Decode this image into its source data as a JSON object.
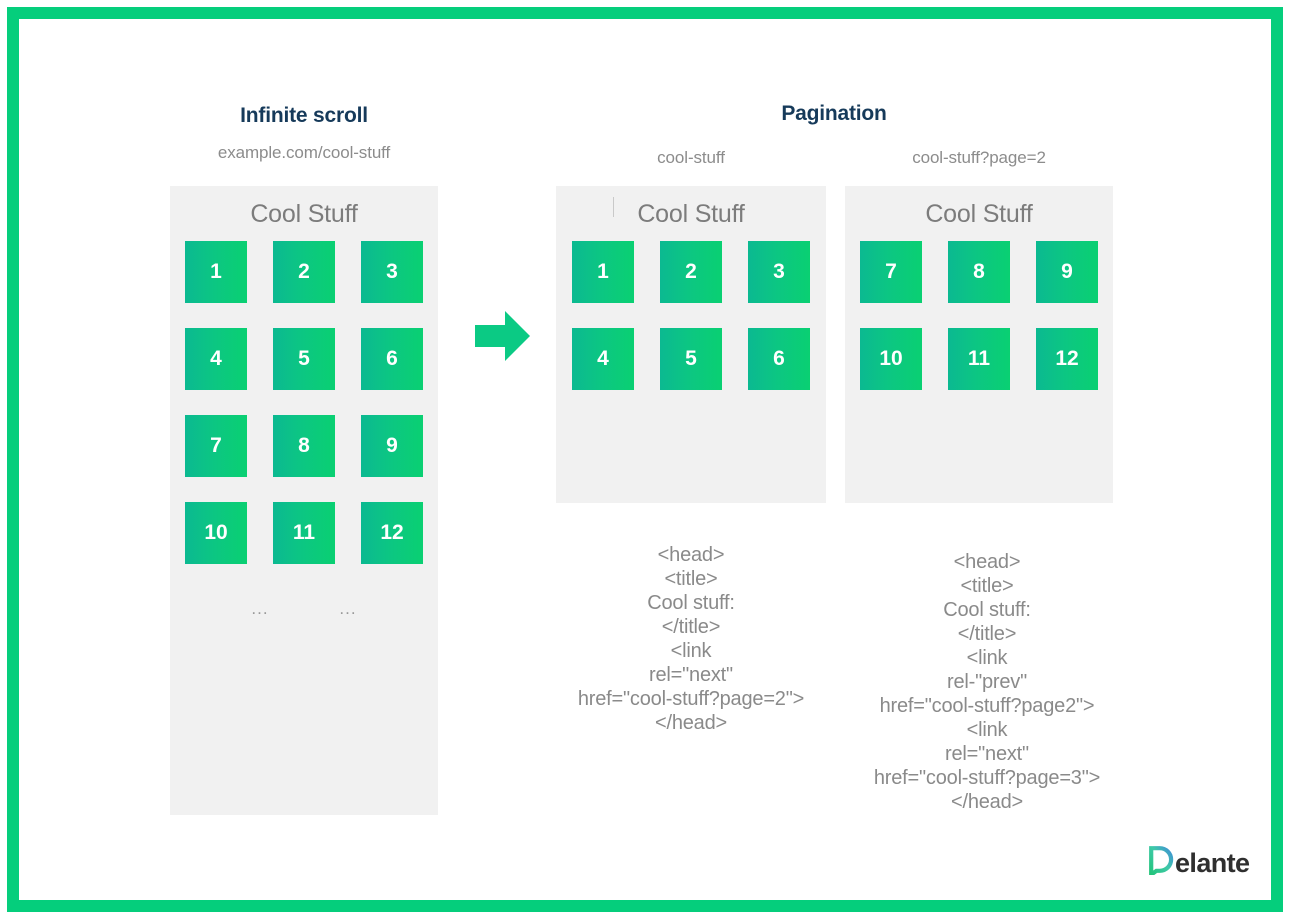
{
  "frame": {
    "accent_color": "#05ce7c"
  },
  "columns": {
    "infinite_scroll": {
      "title": "Infinite scroll",
      "url": "example.com/cool-stuff",
      "panel_title": "Cool Stuff",
      "tiles": [
        "1",
        "2",
        "3",
        "4",
        "5",
        "6",
        "7",
        "8",
        "9",
        "10",
        "11",
        "12"
      ],
      "ellipsis": "..."
    },
    "pagination": {
      "title": "Pagination",
      "pages": [
        {
          "url": "cool-stuff",
          "panel_title": "Cool Stuff",
          "tiles": [
            "1",
            "2",
            "3",
            "4",
            "5",
            "6"
          ],
          "code": "<head>\n<title>\nCool stuff:\n</title>\n<link\nrel=\"next\"\nhref=\"cool-stuff?page=2\">\n</head>"
        },
        {
          "url": "cool-stuff?page=2",
          "panel_title": "Cool Stuff",
          "tiles": [
            "7",
            "8",
            "9",
            "10",
            "11",
            "12"
          ],
          "code": "<head>\n<title>\nCool stuff:\n</title>\n<link\nrel-\"prev\"\nhref=\"cool-stuff?page2\">\n<link\nrel=\"next\"\nhref=\"cool-stuff?page=3\">\n</head>"
        }
      ]
    }
  },
  "arrow": {
    "icon": "arrow-right-icon",
    "color": "#0bca84"
  },
  "logo": {
    "text": "elante",
    "initial": "D"
  },
  "colors": {
    "panel_bg": "#f1f1f1",
    "tile_from": "#0bb991",
    "tile_to": "#0ad072",
    "title_navy": "#163a5a",
    "muted_gray": "#8c8c8c",
    "code_gray": "#8a8a8a"
  }
}
